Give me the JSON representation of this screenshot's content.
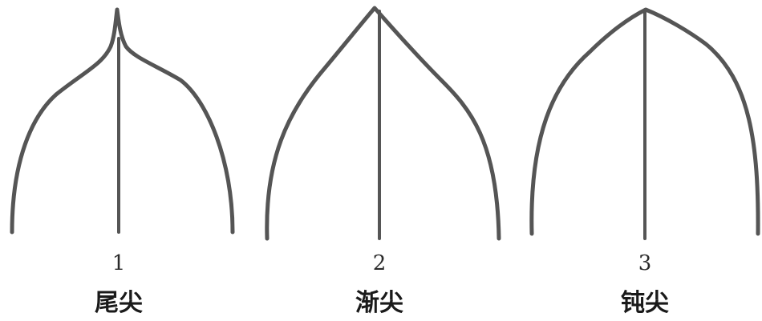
{
  "figure": {
    "panels": [
      {
        "number": "1",
        "name": "尾尖"
      },
      {
        "number": "2",
        "name": "渐尖"
      },
      {
        "number": "3",
        "name": "钝尖"
      }
    ]
  }
}
